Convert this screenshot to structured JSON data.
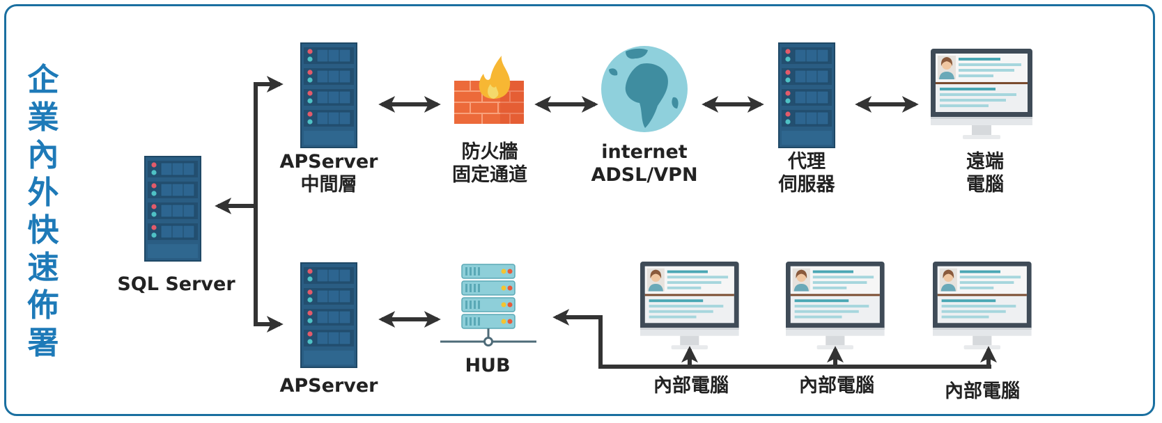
{
  "title_chars": [
    "企",
    "業",
    "內",
    "外",
    "快",
    "速",
    "佈",
    "署"
  ],
  "nodes": {
    "sql_server": {
      "line1": "SQL Server"
    },
    "apserver_middle": {
      "line1": "APServer",
      "line2": "中間層"
    },
    "firewall": {
      "line1": "防火牆",
      "line2": "固定通道"
    },
    "internet": {
      "line1": "internet",
      "line2": "ADSL/VPN"
    },
    "proxy": {
      "line1": "代理",
      "line2": "伺服器"
    },
    "remote_pc": {
      "line1": "遠端",
      "line2": "電腦"
    },
    "apserver": {
      "line1": "APServer"
    },
    "hub": {
      "line1": "HUB"
    },
    "internal_pc_1": {
      "line1": "內部電腦"
    },
    "internal_pc_2": {
      "line1": "內部電腦"
    },
    "internal_pc_3": {
      "line1": "內部電腦"
    }
  },
  "colors": {
    "frame": "#1a6fa0",
    "title": "#1e7ab8",
    "server": "#2a5d83",
    "arrow": "#333333",
    "firewall_brick": "#ec6a3a",
    "flame": "#f7b733",
    "globe_water": "#8fd0dc",
    "globe_land": "#3f8da0",
    "hub": "#8ecfd9",
    "monitor": "#3f4b57"
  }
}
